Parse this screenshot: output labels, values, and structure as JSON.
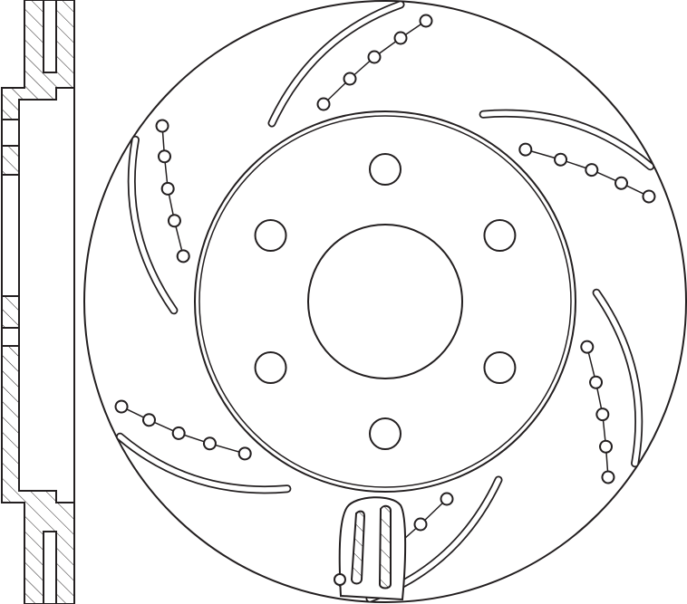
{
  "drawing": {
    "subject": "brake-disc",
    "views": [
      "cross-section",
      "front"
    ],
    "colors": {
      "line": "#231f20",
      "background": "#ffffff"
    },
    "bolt_hole_count": 6,
    "slot_count": 6,
    "drill_row_count": 6,
    "holes_per_row": 5
  }
}
